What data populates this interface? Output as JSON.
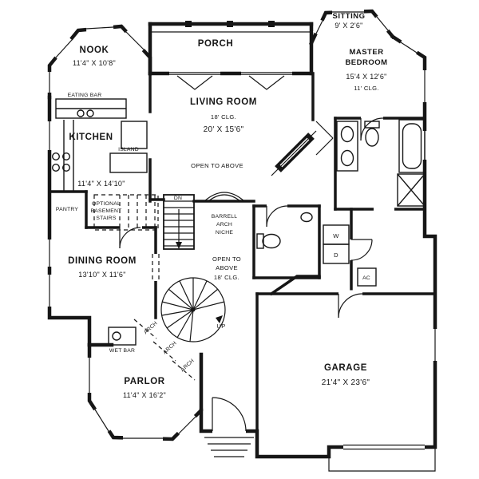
{
  "plan": {
    "rooms": {
      "nook": {
        "name": "NOOK",
        "dims": "11'4\" X 10'8\""
      },
      "porch": {
        "name": "PORCH"
      },
      "sitting": {
        "name": "SITTING",
        "dims": "9' X 2'6\""
      },
      "master_bedroom": {
        "name_line1": "MASTER",
        "name_line2": "BEDROOM",
        "dims": "15'4 X 12'6\"",
        "ceiling": "11' CLG."
      },
      "living_room": {
        "name": "LIVING ROOM",
        "ceiling": "18' CLG.",
        "dims": "20' X 15'6\"",
        "note": "OPEN TO ABOVE"
      },
      "kitchen": {
        "name": "KITCHEN",
        "dims": "11'4\" X 14'10\""
      },
      "dining_room": {
        "name": "DINING ROOM",
        "dims": "13'10\" X 11'6\""
      },
      "parlor": {
        "name": "PARLOR",
        "dims": "11'4\" X 16'2\""
      },
      "garage": {
        "name": "GARAGE",
        "dims": "21'4\" X 23'6\""
      }
    },
    "features": {
      "eating_bar": "EATING BAR",
      "island": "ISLAND",
      "pantry": "PANTRY",
      "optional_line1": "OPTIONAL",
      "optional_line2": "BASEMENT",
      "optional_line3": "STAIRS",
      "dn": "DN",
      "up": "UP",
      "barrel_line1": "BARRELL",
      "barrel_line2": "ARCH",
      "barrel_line3": "NICHE",
      "open_line1": "OPEN TO",
      "open_line2": "ABOVE",
      "open_line3": "18' CLG.",
      "wet_bar": "WET BAR",
      "washer": "W",
      "dryer": "D",
      "ac": "AC",
      "arch": "ARCH"
    },
    "colors": {
      "ink": "#161616",
      "paper": "#ffffff"
    }
  }
}
